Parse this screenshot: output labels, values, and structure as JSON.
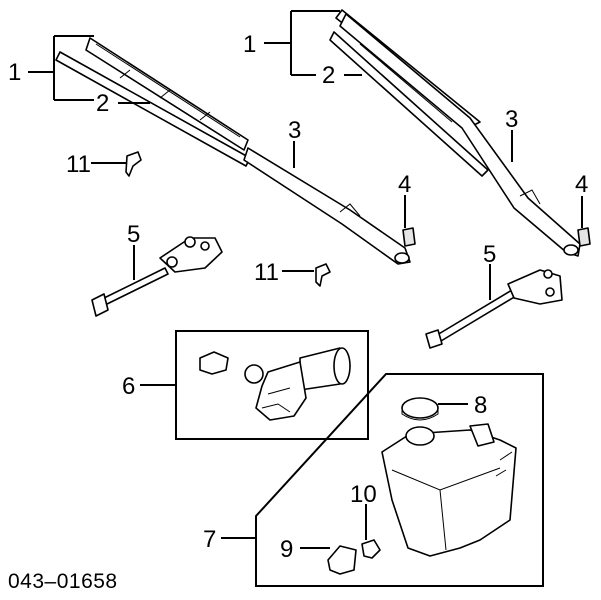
{
  "callouts": {
    "left_arm_assembly": "1",
    "left_blade": "2",
    "left_arm": "3",
    "left_cap": "4",
    "left_linkage": "5",
    "left_nozzle": "11",
    "right_arm_assembly": "1",
    "right_blade": "2",
    "right_arm": "3",
    "right_cap": "4",
    "right_linkage": "5",
    "center_nozzle": "11",
    "motor_group": "6",
    "washer_group": "7",
    "reservoir_cap": "8",
    "washer_pump": "9",
    "pump_grommet": "10"
  },
  "diagram_code": "043–01658"
}
